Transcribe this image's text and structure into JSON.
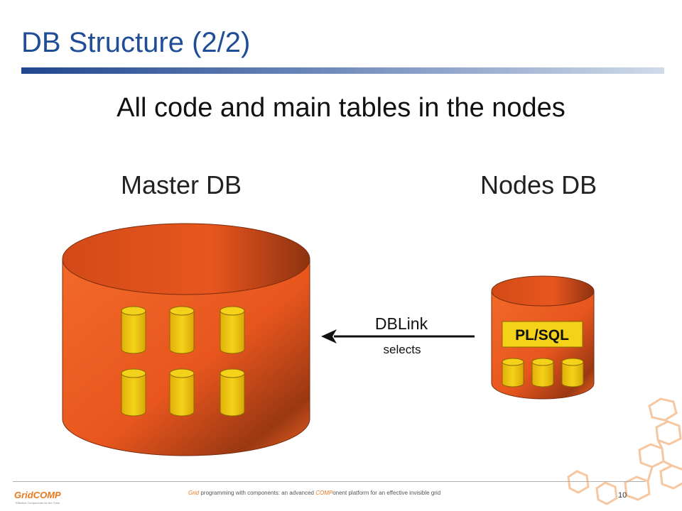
{
  "slide": {
    "title": "DB Structure (2/2)",
    "subtitle": "All code and main tables in the nodes",
    "page_number": "10"
  },
  "diagram": {
    "master_label": "Master DB",
    "nodes_label": "Nodes DB",
    "arrow_label_top": "DBLink",
    "arrow_label_bottom": "selects",
    "node_box_label": "PL/SQL"
  },
  "footer": {
    "logo_text": "GridCOMP",
    "logo_tagline": "Effective Components for the Grids",
    "text_part1": "Grid",
    "text_part2": " programming with components: an advanced ",
    "text_part3": "COMP",
    "text_part4": "onent  platform for an effective invisible grid"
  },
  "colors": {
    "title_blue": "#1f4e96",
    "cylinder_orange": "#e8561e",
    "table_yellow": "#f2cc12"
  }
}
